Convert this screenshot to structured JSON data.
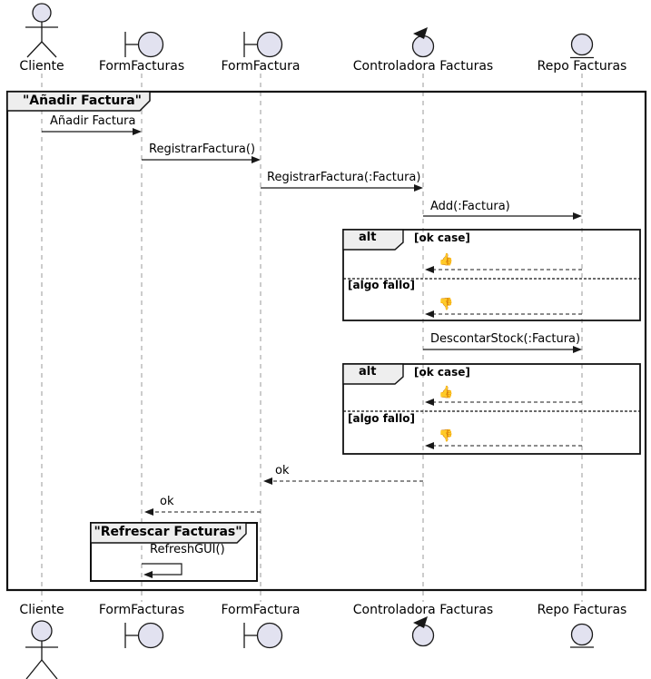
{
  "frame": {
    "title": "\"Añadir Factura\""
  },
  "participants": {
    "cliente": {
      "label": "Cliente",
      "icon": "actor-icon"
    },
    "form_facturas": {
      "label": "FormFacturas",
      "icon": "boundary-icon"
    },
    "form_factura": {
      "label": "FormFactura",
      "icon": "boundary-icon"
    },
    "controladora": {
      "label": "Controladora Facturas",
      "icon": "control-icon"
    },
    "repo": {
      "label": "Repo Facturas",
      "icon": "entity-icon"
    }
  },
  "messages": {
    "anadir_factura": "Añadir Factura",
    "registrar_factura": "RegistrarFactura()",
    "registrar_factura_param": "RegistrarFactura(:Factura)",
    "add_factura": "Add(:Factura)",
    "descontar_stock": "DescontarStock(:Factura)",
    "ok_to_formfactura": "ok",
    "ok_to_formfacturas": "ok",
    "refresh_gui": "RefreshGUI()"
  },
  "alt_blocks": {
    "first": {
      "operator": "alt",
      "guard_ok": "[ok case]",
      "result_ok": "👍",
      "guard_fail": "[algo fallo]",
      "result_fail": "👎"
    },
    "second": {
      "operator": "alt",
      "guard_ok": "[ok case]",
      "result_ok": "👍",
      "guard_fail": "[algo fallo]",
      "result_fail": "👎"
    }
  },
  "group": {
    "title": "\"Refrescar Facturas\""
  },
  "colors": {
    "shape_fill": "#E2E2F0",
    "shape_stroke": "#181818",
    "tab_fill": "#EEEEEE",
    "frame_border": "#111111",
    "lifeline": "#999999"
  }
}
